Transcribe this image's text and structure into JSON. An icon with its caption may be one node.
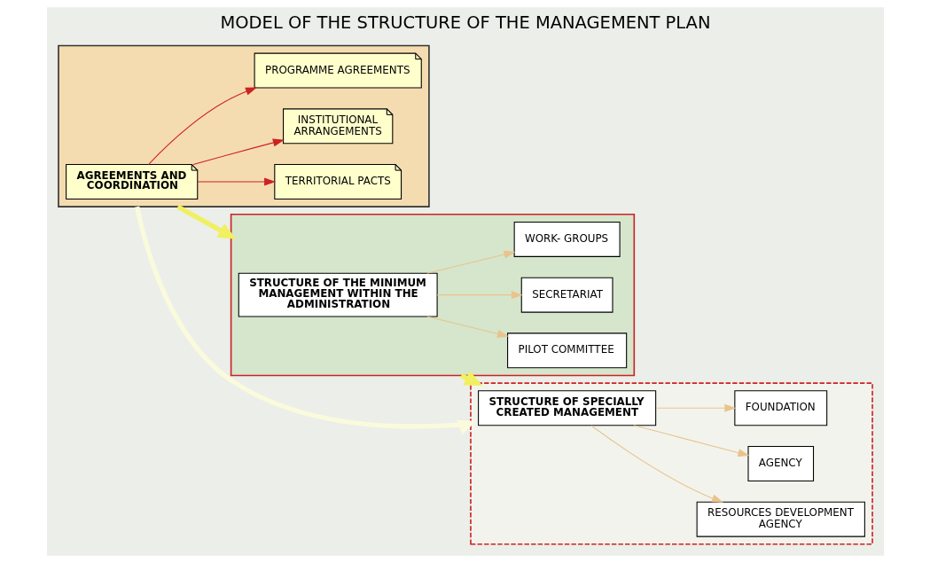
{
  "diagram": {
    "title": "MODEL OF THE STRUCTURE OF THE MANAGEMENT PLAN",
    "nodes": [
      {
        "text": [],
        "shape": "box"
      },
      {
        "text": [
          "AGREEMENTS AND COORDINATION"
        ],
        "in": 0
      },
      {
        "text": [
          "PROGRAMME AGREEMENTS"
        ],
        "in": 0
      },
      {
        "text": [
          "INSTITUTIONAL ARRANGEMENTS"
        ],
        "in": 0
      },
      {
        "text": [
          "TERRITORIAL PACTS"
        ],
        "in": 0
      },
      {
        "text": [],
        "shape": "box"
      },
      {
        "text": [
          "STRUCTURE OF THE MINIMUM MANAGEMENT WITHIN THE ADMINISTRATION"
        ],
        "in": 5
      },
      {
        "text": [
          "WORK- GROUPS"
        ],
        "in": 5
      },
      {
        "text": [
          "SECRETARIAT"
        ],
        "in": 5
      },
      {
        "text": [
          "PILOT COMMITTEE"
        ],
        "in": 5
      },
      {
        "text": [],
        "shape": "box"
      },
      {
        "text": [
          "STRUCTURE OF SPECIALLY CREATED MANAGEMENT"
        ],
        "in": 10
      },
      {
        "text": [
          "FOUNDATION"
        ],
        "in": 10
      },
      {
        "text": [
          "AGENCY"
        ],
        "in": 10
      },
      {
        "text": [
          "RESOURCES DEVELOPMENT AGENCY"
        ],
        "in": 10
      }
    ],
    "edges": [
      {
        "from": 1,
        "to": 2,
        "arrow": "to",
        "color": "#cc2222"
      },
      {
        "from": 1,
        "to": 3,
        "arrow": "to",
        "color": "#cc2222"
      },
      {
        "from": 1,
        "to": 4,
        "arrow": "to",
        "color": "#cc2222"
      },
      {
        "from": 0,
        "to": 5,
        "arrow": "to",
        "style": "thick",
        "color": "#f0f060"
      },
      {
        "from": 6,
        "to": 7,
        "arrow": "to"
      },
      {
        "from": 6,
        "to": 8,
        "arrow": "to"
      },
      {
        "from": 6,
        "to": 9,
        "arrow": "to"
      },
      {
        "from": 5,
        "to": 10,
        "arrow": "to",
        "style": "thick",
        "color": "#f0f060"
      },
      {
        "from": 0,
        "to": 10,
        "arrow": "to",
        "style": "thick",
        "color": "#fafadc"
      },
      {
        "from": 11,
        "to": 12,
        "arrow": "to"
      },
      {
        "from": 11,
        "to": 13,
        "arrow": "to"
      },
      {
        "from": 11,
        "to": 14,
        "arrow": "to"
      }
    ]
  }
}
